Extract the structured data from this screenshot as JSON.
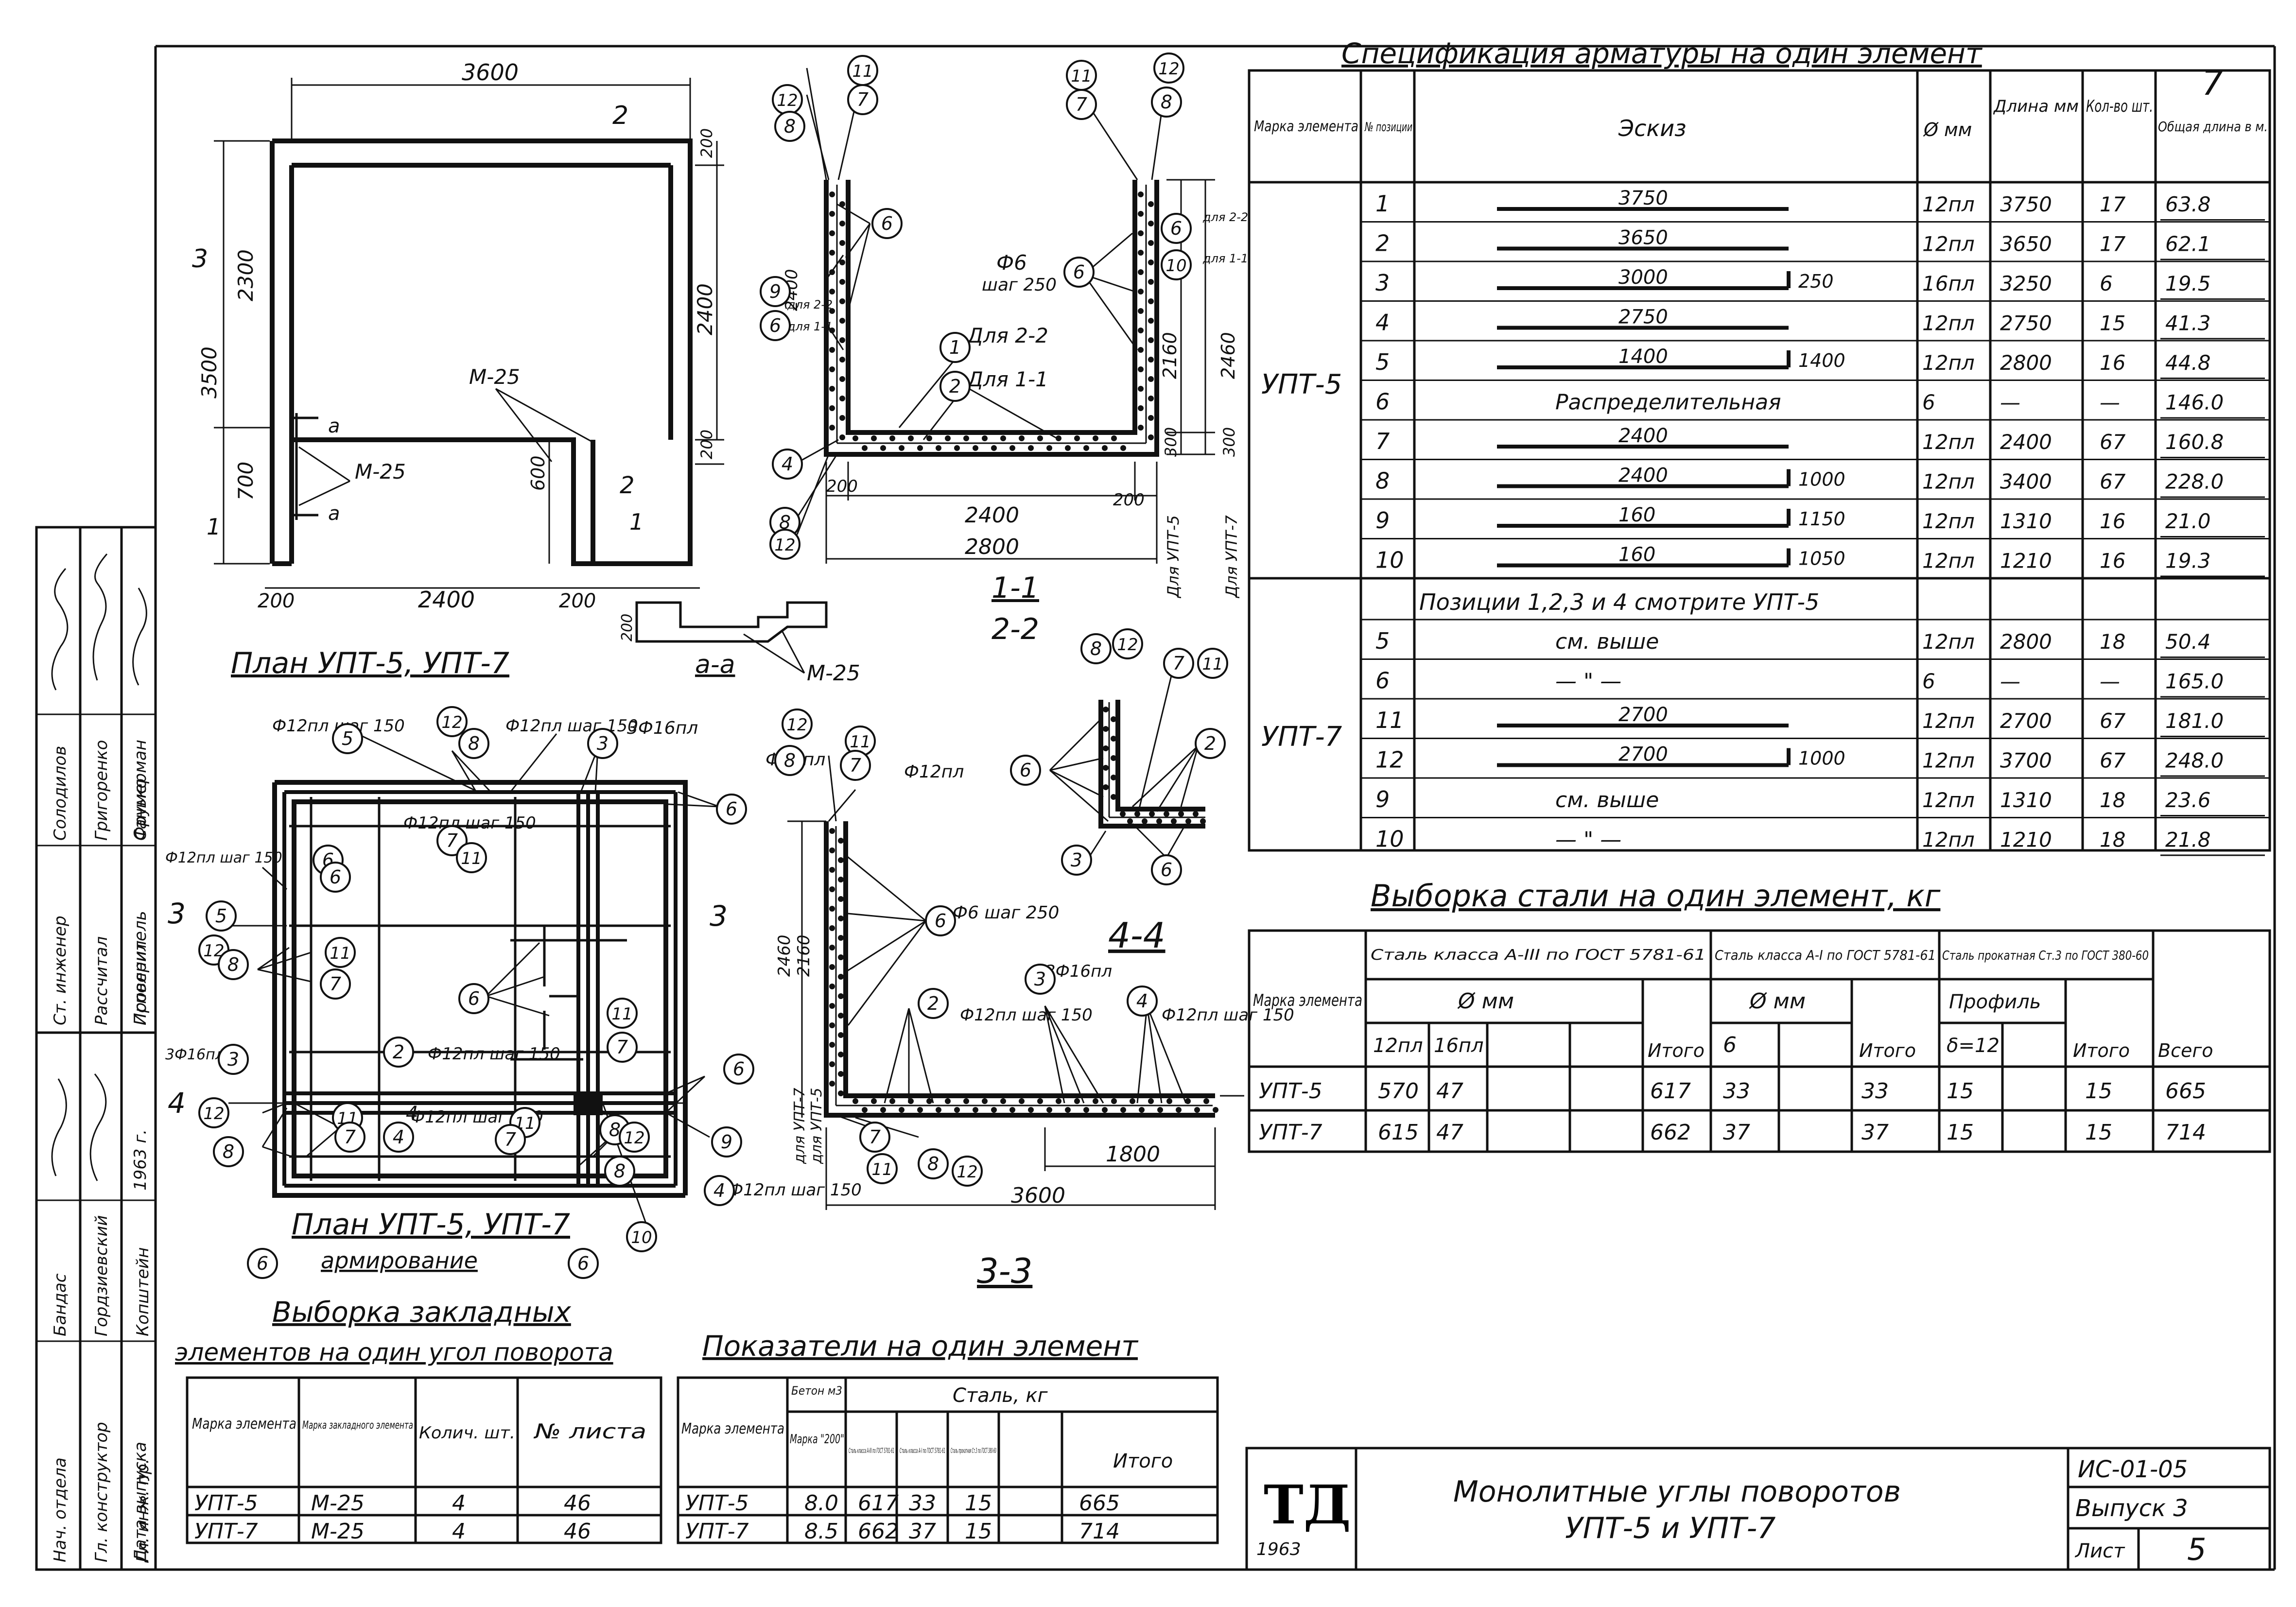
{
  "sheet_number": "7",
  "spec_table": {
    "title": "Спецификация арматуры на один элемент",
    "headers": [
      "Марка элемента",
      "№ позиции",
      "Эскиз",
      "Ø мм",
      "Длина мм",
      "Кол-во шт.",
      "Общая длина в м."
    ],
    "upt5_label": "УПТ-5",
    "upt7_label": "УПТ-7",
    "upt5_rows": [
      {
        "pos": "1",
        "sketch": "3750",
        "d": "12пл",
        "len": "3750",
        "qty": "17",
        "total": "63.8"
      },
      {
        "pos": "2",
        "sketch": "3650",
        "d": "12пл",
        "len": "3650",
        "qty": "17",
        "total": "62.1"
      },
      {
        "pos": "3",
        "sketch": "3000",
        "sketch2": "250",
        "d": "16пл",
        "len": "3250",
        "qty": "6",
        "total": "19.5"
      },
      {
        "pos": "4",
        "sketch": "2750",
        "d": "12пл",
        "len": "2750",
        "qty": "15",
        "total": "41.3"
      },
      {
        "pos": "5",
        "sketch": "1400",
        "sketch2": "1400",
        "d": "12пл",
        "len": "2800",
        "qty": "16",
        "total": "44.8"
      },
      {
        "pos": "6",
        "sketch": "Распределительная",
        "d": "6",
        "len": "—",
        "qty": "—",
        "total": "146.0"
      },
      {
        "pos": "7",
        "sketch": "2400",
        "d": "12пл",
        "len": "2400",
        "qty": "67",
        "total": "160.8"
      },
      {
        "pos": "8",
        "sketch": "2400",
        "sketch2": "1000",
        "d": "12пл",
        "len": "3400",
        "qty": "67",
        "total": "228.0"
      },
      {
        "pos": "9",
        "sketch": "160",
        "sketch2": "1150",
        "d": "12пл",
        "len": "1310",
        "qty": "16",
        "total": "21.0"
      },
      {
        "pos": "10",
        "sketch": "160",
        "sketch2": "1050",
        "d": "12пл",
        "len": "1210",
        "qty": "16",
        "total": "19.3"
      }
    ],
    "upt7_note": "Позиции 1,2,3 и 4 смотрите УПТ-5",
    "upt7_rows": [
      {
        "pos": "5",
        "sketch": "см. выше",
        "d": "12пл",
        "len": "2800",
        "qty": "18",
        "total": "50.4"
      },
      {
        "pos": "6",
        "sketch": "— \" —",
        "d": "6",
        "len": "—",
        "qty": "—",
        "total": "165.0"
      },
      {
        "pos": "11",
        "sketch": "2700",
        "d": "12пл",
        "len": "2700",
        "qty": "67",
        "total": "181.0"
      },
      {
        "pos": "12",
        "sketch": "2700",
        "sketch2": "1000",
        "d": "12пл",
        "len": "3700",
        "qty": "67",
        "total": "248.0"
      },
      {
        "pos": "9",
        "sketch": "см. выше",
        "d": "12пл",
        "len": "1310",
        "qty": "18",
        "total": "23.6"
      },
      {
        "pos": "10",
        "sketch": "— \" —",
        "d": "12пл",
        "len": "1210",
        "qty": "18",
        "total": "21.8"
      }
    ]
  },
  "steel_table": {
    "title": "Выборка стали на один элемент, кг",
    "h_mark": "Марка элемента",
    "h_a3": "Сталь класса А-III по ГОСТ 5781-61",
    "h_a1": "Сталь класса А-I по ГОСТ 5781-61",
    "h_rolled": "Сталь прокатная Ст.3 по ГОСТ 380-60",
    "h_dmm": "Ø мм",
    "h_profile": "Профиль",
    "h_12": "12пл",
    "h_16": "16пл",
    "h_6": "6",
    "h_d12": "δ=12",
    "h_total": "Итого",
    "h_all": "Всего",
    "rows": [
      {
        "mark": "УПТ-5",
        "a12": "570",
        "a16": "47",
        "t1": "617",
        "a6": "33",
        "t2": "33",
        "p": "15",
        "t3": "15",
        "all": "665"
      },
      {
        "mark": "УПТ-7",
        "a12": "615",
        "a16": "47",
        "t1": "662",
        "a6": "37",
        "t2": "37",
        "p": "15",
        "t3": "15",
        "all": "714"
      }
    ]
  },
  "embedded_table": {
    "title1": "Выборка закладных",
    "title2": "элементов на один угол поворота",
    "headers": [
      "Марка элемента",
      "Марка закладного элемента",
      "Колич. шт.",
      "№ листа"
    ],
    "rows": [
      [
        "УПТ-5",
        "М-25",
        "4",
        "46"
      ],
      [
        "УПТ-7",
        "М-25",
        "4",
        "46"
      ]
    ]
  },
  "indicators_table": {
    "title": "Показатели на один элемент",
    "h_mark": "Марка элемента",
    "h_concrete": "Бетон м3",
    "h_concrete_mark": "Марка \"200\"",
    "h_steel": "Сталь, кг",
    "h_s1": "Сталь класса А-III по ГОСТ 5781-61",
    "h_s2": "Сталь класса А-I по ГОСТ 5781-61",
    "h_s3": "Сталь прокатная Ст.3 по ГОСТ 380-60",
    "h_total": "Итого",
    "rows": [
      [
        "УПТ-5",
        "8.0",
        "617",
        "33",
        "15",
        "665"
      ],
      [
        "УПТ-7",
        "8.5",
        "662",
        "37",
        "15",
        "714"
      ]
    ]
  },
  "title_block": {
    "logo": "ТД",
    "logo_year": "1963",
    "title_line1": "Монолитные углы поворотов",
    "title_line2": "УПТ-5 и УПТ-7",
    "code": "ИС-01-05",
    "issue": "Выпуск 3",
    "sheet_label": "Лист",
    "sheet_no": "5"
  },
  "side_stamp": {
    "rows": [
      [
        "Нач. отдела",
        "Бандас"
      ],
      [
        "Гл. конструктор",
        "Гордзиевский"
      ],
      [
        "Гл. инж. пр.",
        "Копштейн"
      ],
      [
        "Дата выпуска",
        "1963 г."
      ],
      [
        "Ст. инженер",
        "Солодилов"
      ],
      [
        "Рассчитал",
        "Григоренко"
      ],
      [
        "Исполнитель",
        "Фрумерман"
      ],
      [
        "Проверил",
        "Санько"
      ]
    ]
  },
  "plan1": {
    "title": "План УПТ-5, УПТ-7",
    "dims": {
      "top": "3600",
      "left_total": "3500",
      "left_upper": "2300",
      "left_lower": "700",
      "right_upper": "2400",
      "right_top": "200",
      "right_lower": "200",
      "bottom_left": "200",
      "bottom_mid": "2400",
      "bottom_right": "200",
      "inner": "600"
    },
    "labels": {
      "m25": "М-25",
      "m25b": "М-25",
      "sec1": "1",
      "sec2": "2",
      "sec3": "3",
      "a": "а"
    }
  },
  "section11": {
    "title_top": "1-1",
    "title_bottom": "2-2",
    "dims": {
      "bottom_inner": "2400",
      "bottom_total": "2800",
      "left200": "200",
      "right200": "200",
      "h2400": "2400",
      "h2160": "2160",
      "h2460": "2460",
      "h300a": "300",
      "h300b": "300"
    },
    "labels": {
      "phi6": "Ф6",
      "step": "шаг 250",
      "for22": "Для 2-2",
      "for11": "Для 1-1",
      "for22s": "для 2-2",
      "for11s": "для 1-1",
      "dupt5": "Для УПТ-5",
      "dupt7": "Для УПТ-7"
    }
  },
  "detail_aa": {
    "title": "а-а",
    "m25": "М-25",
    "dim": "200"
  },
  "section44": {
    "title": "4-4"
  },
  "plan2": {
    "title": "План УПТ-5, УПТ-7",
    "subtitle": "армирование",
    "labels": {
      "phi12_150a": "Ф12пл шаг 150",
      "phi12_150b": "Ф12пл шаг 150",
      "phi12_150c": "Ф12пл шаг 150",
      "phi12_150d": "Ф12пл шаг 150",
      "phi12_150e": "Ф12пл шаг 150",
      "phi12_150f": "Ф12пл шаг 150",
      "three16a": "3Ф16пл",
      "three16b": "3Ф16пл",
      "sec3": "3",
      "sec4": "4"
    }
  },
  "section33": {
    "title": "3-3",
    "dims": {
      "bottom": "3600",
      "sub": "1800",
      "h2460": "2460",
      "h2160": "2160"
    },
    "labels": {
      "phi12a": "Ф12пл",
      "phi12b": "Ф12пл",
      "phi6": "Ф6 шаг 250",
      "phi12_150": "Ф12пл шаг 150",
      "three16": "3Ф16пл",
      "phi12_150b": "Ф12пл шаг 150",
      "phi12_150c": "Ф12пл шаг 150",
      "for7": "для УПТ-7",
      "for5": "для УПТ-5"
    }
  }
}
